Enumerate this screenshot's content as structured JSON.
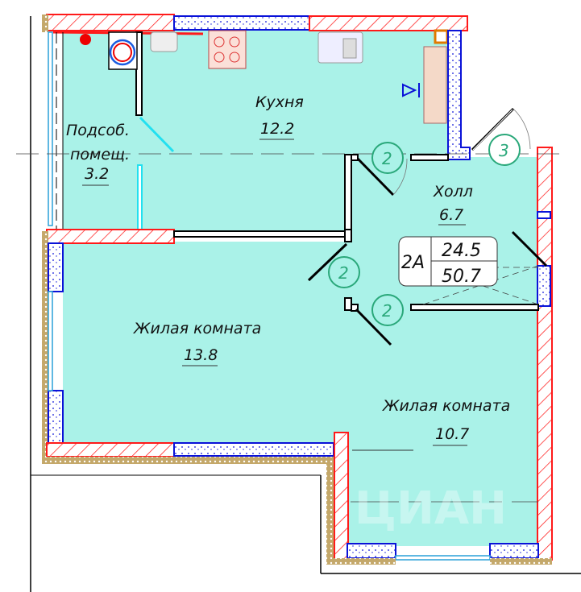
{
  "rooms": [
    {
      "name": "Кухня",
      "area": "12.2"
    },
    {
      "name_line1": "Подсоб.",
      "name_line2": "помещ.",
      "area": "3.2"
    },
    {
      "name": "Холл",
      "area": "6.7"
    },
    {
      "name": "Жилая комната",
      "area": "13.8"
    },
    {
      "name": "Жилая комната",
      "area": "10.7"
    }
  ],
  "apartment": {
    "type": "2A",
    "living_area": "24.5",
    "total_area": "50.7"
  },
  "door_marks": [
    "2",
    "2",
    "2",
    "3"
  ],
  "watermark": "ЦИАН",
  "colors": {
    "floor": "#aaf2e8",
    "brick_wall": "#ff1a1a",
    "block_wall": "#0a12d8",
    "door_mark": "#2aa87a",
    "facade": "#c4a86a"
  }
}
